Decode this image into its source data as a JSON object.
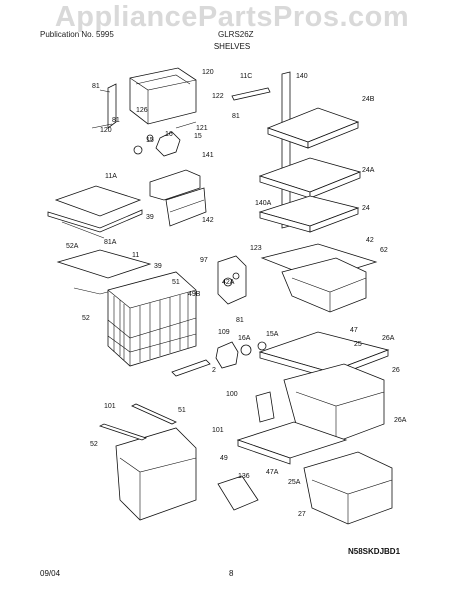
{
  "watermark": "AppliancePartsPros.com",
  "header": {
    "left": "Publication No. 5995",
    "right": "GLRS26Z"
  },
  "subtitle": "SHELVES",
  "footer": {
    "date": "09/04",
    "page": "8"
  },
  "diagram_code": "N58SKDJBD1",
  "callouts": [
    "81",
    "120",
    "126",
    "81",
    "120",
    "122",
    "11C",
    "140",
    "121",
    "16",
    "15",
    "15",
    "141",
    "81",
    "24B",
    "11A",
    "24A",
    "142",
    "140A",
    "39",
    "24",
    "52A",
    "81A",
    "123",
    "42",
    "62",
    "97",
    "11",
    "39",
    "51",
    "42A",
    "49B",
    "81",
    "52",
    "109",
    "16A",
    "15A",
    "47",
    "25",
    "26A",
    "2",
    "26",
    "100",
    "101",
    "51",
    "101",
    "26A",
    "52",
    "49",
    "47A",
    "136",
    "25A",
    "27"
  ]
}
